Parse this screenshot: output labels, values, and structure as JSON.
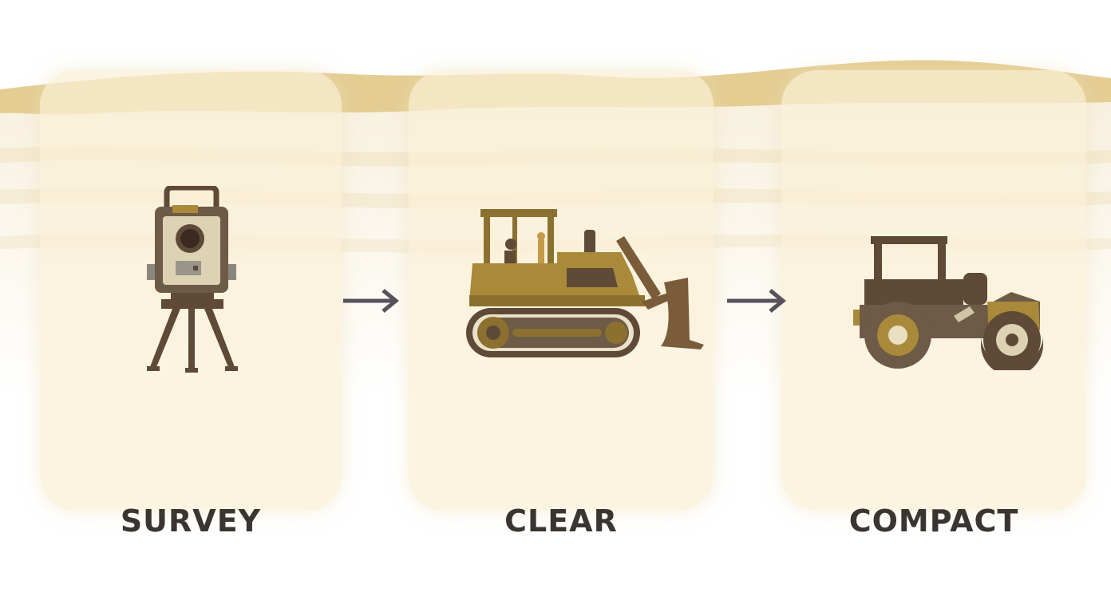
{
  "steps": [
    {
      "label": "SURVEY",
      "icon": "total-station-icon"
    },
    {
      "label": "CLEAR",
      "icon": "bulldozer-icon"
    },
    {
      "label": "COMPACT",
      "icon": "road-roller-icon"
    }
  ],
  "connectors": [
    "arrow-right-icon",
    "arrow-right-icon"
  ],
  "colors": {
    "sand": "#e6cf97",
    "card": "#f9f0d6",
    "machine_gold": "#a98a3a",
    "machine_dark": "#5e4a36",
    "label": "#3a3530",
    "arrow": "#55525a"
  }
}
